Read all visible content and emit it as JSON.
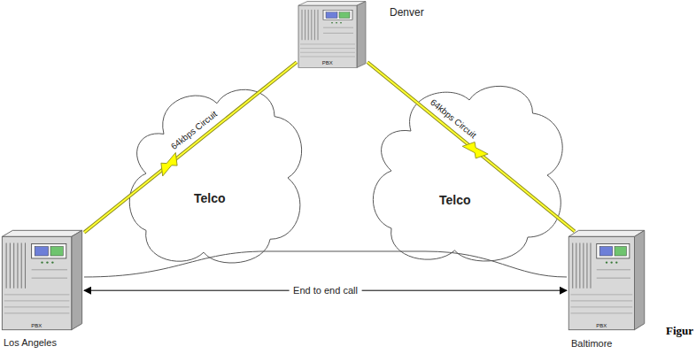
{
  "diagram": {
    "nodes": [
      {
        "text": [
          "PBX",
          "Denver"
        ]
      },
      {
        "text": [
          "Telco"
        ]
      },
      {
        "text": [
          "Telco"
        ]
      },
      {
        "text": [
          "PBX",
          "Los Angeles"
        ]
      },
      {
        "text": [
          "PBX",
          "Baltimore"
        ]
      }
    ],
    "edges": [
      {
        "from": 3,
        "to": 0,
        "arrow": "none",
        "label": "64kbps Circuit"
      },
      {
        "from": 0,
        "to": 4,
        "arrow": "none",
        "label": "64kbps Circuit"
      },
      {
        "from": 3,
        "to": 4,
        "arrow": "none"
      },
      {
        "from": 3,
        "to": 4,
        "arrow": "both",
        "label": "End to end call"
      }
    ],
    "labels": [
      "Figur"
    ]
  }
}
